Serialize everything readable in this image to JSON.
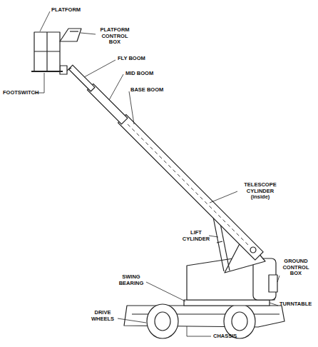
{
  "diagram": {
    "labels": [
      "PLATFORM",
      "PLATFORM CONTROL BOX",
      "FLY BOOM",
      "MID BOOM",
      "BASE BOOM",
      "FOOTSWITCH",
      "TELESCOPE CYLINDER (inside)",
      "LIFT CYLINDER",
      "SWING BEARING",
      "GROUND CONTROL BOX",
      "TURNTABLE",
      "DRIVE WHEELS",
      "CHASSIS"
    ]
  }
}
